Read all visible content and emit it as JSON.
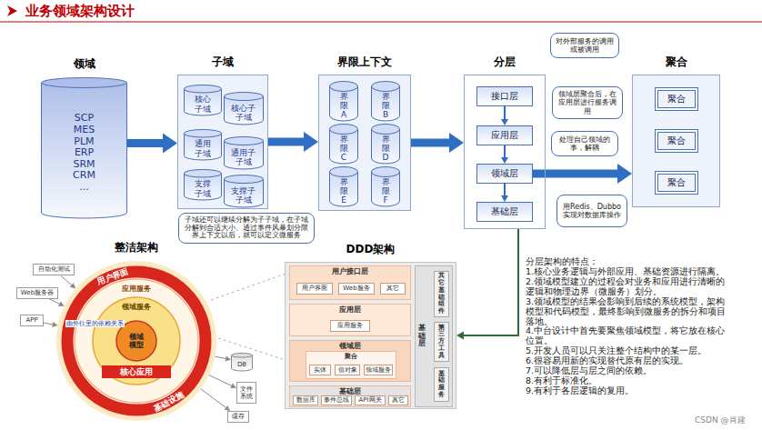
{
  "diagram": {
    "title": "业务领域架构设计",
    "nodes": [
      {
        "text": [
          "领域",
          "SCP MES PLM ERP SRM CRM ..."
        ]
      },
      {
        "text": [
          "子域"
        ]
      },
      {
        "text": [
          "核心子域"
        ],
        "in": 1
      },
      {
        "text": [
          "核心子子域"
        ],
        "in": 1
      },
      {
        "text": [
          "通用子域"
        ],
        "in": 1
      },
      {
        "text": [
          "通用子子域"
        ],
        "in": 1
      },
      {
        "text": [
          "支撑子域"
        ],
        "in": 1
      },
      {
        "text": [
          "支撑子子域"
        ],
        "in": 1
      },
      {
        "text": [
          "子域还可以继续分解为子子域，在子域分解到合适大小、通过事件风暴划分限界上下文以后，就可以定义微服务"
        ]
      },
      {
        "text": [
          "界限上下文"
        ]
      },
      {
        "text": [
          "界限A"
        ],
        "in": 9
      },
      {
        "text": [
          "界限B"
        ],
        "in": 9
      },
      {
        "text": [
          "界限C"
        ],
        "in": 9
      },
      {
        "text": [
          "界限D"
        ],
        "in": 9
      },
      {
        "text": [
          "界限E"
        ],
        "in": 9
      },
      {
        "text": [
          "界限F"
        ],
        "in": 9
      },
      {
        "text": [
          "分层"
        ]
      },
      {
        "text": [
          "接口层"
        ],
        "in": 16
      },
      {
        "text": [
          "应用层"
        ],
        "in": 16
      },
      {
        "text": [
          "领域层"
        ],
        "in": 16
      },
      {
        "text": [
          "基础层"
        ],
        "in": 16
      },
      {
        "text": [
          "对外部服务的调用或被调用"
        ]
      },
      {
        "text": [
          "领域层聚合后，在应用层进行服务调用"
        ]
      },
      {
        "text": [
          "处理自己领域的事，解耦"
        ]
      },
      {
        "text": [
          "用Redis、Dubbo实现对数据库操作"
        ]
      },
      {
        "text": [
          "聚合"
        ]
      },
      {
        "text": [
          "聚合"
        ],
        "in": 25
      },
      {
        "text": [
          "聚合"
        ],
        "in": 25
      },
      {
        "text": [
          "聚合"
        ],
        "in": 25
      },
      {
        "text": [
          "整洁架构",
          "用户界面",
          "基础设施"
        ]
      },
      {
        "text": [
          "应用服务"
        ],
        "in": 29
      },
      {
        "text": [
          "领域服务"
        ],
        "in": 30
      },
      {
        "text": [
          "领域模型"
        ],
        "in": 31
      },
      {
        "text": [
          "核心应用"
        ],
        "in": 30
      },
      {
        "text": [
          "自动化测试"
        ]
      },
      {
        "text": [
          "Web服务器"
        ]
      },
      {
        "text": [
          "APP"
        ]
      },
      {
        "text": [
          "DB"
        ]
      },
      {
        "text": [
          "文件系统"
        ]
      },
      {
        "text": [
          "缓存"
        ]
      },
      {
        "text": [
          "DDD架构"
        ]
      },
      {
        "text": [
          "用户接口层"
        ],
        "in": 40
      },
      {
        "text": [
          "用户界面"
        ],
        "in": 41
      },
      {
        "text": [
          "Web服务"
        ],
        "in": 41
      },
      {
        "text": [
          "其它"
        ],
        "in": 41
      },
      {
        "text": [
          "应用层"
        ],
        "in": 40
      },
      {
        "text": [
          "应用服务"
        ],
        "in": 45
      },
      {
        "text": [
          "领域层"
        ],
        "in": 40
      },
      {
        "text": [
          "聚合"
        ],
        "in": 47
      },
      {
        "text": [
          "实体"
        ],
        "in": 48
      },
      {
        "text": [
          "值对象"
        ],
        "in": 48
      },
      {
        "text": [
          "领域服务"
        ],
        "in": 48
      },
      {
        "text": [
          "基础层"
        ],
        "in": 40
      },
      {
        "text": [
          "数据库"
        ],
        "in": 52
      },
      {
        "text": [
          "事件总线"
        ],
        "in": 52
      },
      {
        "text": [
          "API网关"
        ],
        "in": 52
      },
      {
        "text": [
          "其它"
        ],
        "in": 52
      },
      {
        "text": [
          "基础层"
        ],
        "in": 40
      },
      {
        "text": [
          "其它基础组件"
        ],
        "in": 57
      },
      {
        "text": [
          "第三方工具"
        ],
        "in": 57
      },
      {
        "text": [
          "基础服务"
        ],
        "in": 57
      }
    ],
    "edges": [
      {
        "from": 0,
        "to": 1,
        "arrow": "to"
      },
      {
        "from": 1,
        "to": 9,
        "arrow": "to"
      },
      {
        "from": 9,
        "to": 16,
        "arrow": "to"
      },
      {
        "from": 17,
        "to": 18,
        "arrow": "to"
      },
      {
        "from": 18,
        "to": 19,
        "arrow": "to"
      },
      {
        "from": 19,
        "to": 20,
        "arrow": "to"
      },
      {
        "from": 19,
        "to": 25,
        "arrow": "to"
      },
      {
        "from": 16,
        "to": 40,
        "arrow": "to"
      },
      {
        "from": 34,
        "to": 29,
        "arrow": "to"
      },
      {
        "from": 35,
        "to": 29,
        "arrow": "to"
      },
      {
        "from": 36,
        "to": 29,
        "arrow": "to"
      },
      {
        "from": 29,
        "to": 37,
        "arrow": "to"
      },
      {
        "from": 29,
        "to": 38,
        "arrow": "to"
      },
      {
        "from": 29,
        "to": 39,
        "arrow": "to"
      }
    ],
    "labels": [
      "由外往里的依赖关系",
      "分层架构的特点：",
      "1.核心业务逻辑与外部应用、基础资源进行隔离。",
      "2.领域模型建立的过程会对业务和应用进行清晰的逻辑和物理边界（微服务）划分。",
      "3.领域模型的结果会影响到后续的系统模型，架构模型和代码模型，最终影响到微服务的拆分和项目落地。",
      "4.中台设计中首先要聚焦领域模型，将它放在核心位置。",
      "5.开发人员可以只关注整个结构中的某一层。",
      "6.很容易用新的实现替代原有层的实现。",
      "7.可以降低层与层之间的依赖。",
      "8.有利于标准化。",
      "9.有利于各层逻辑的复用。",
      "CSDN @肖建"
    ]
  }
}
